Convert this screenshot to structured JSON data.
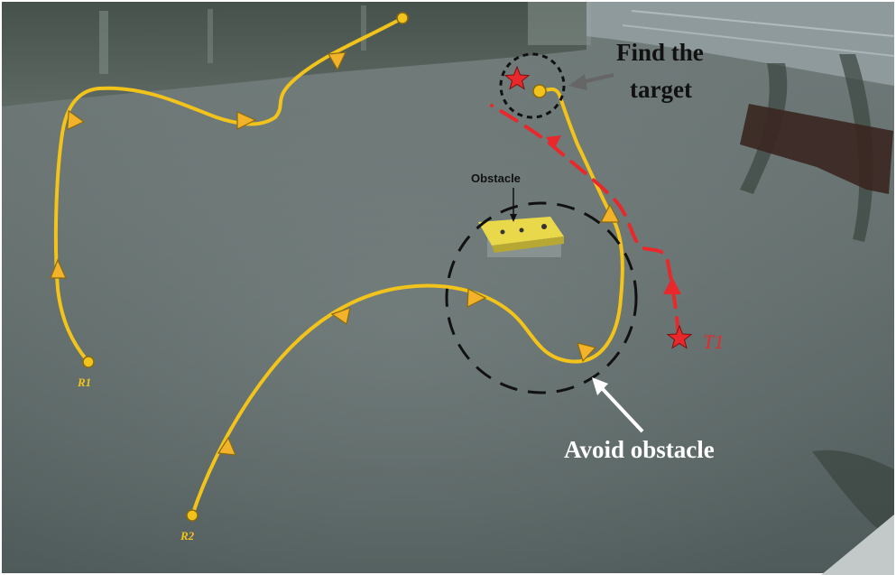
{
  "labels": {
    "find_target": [
      "Find the",
      "target"
    ],
    "avoid_obstacle": "Avoid obstacle",
    "obstacle": "Obstacle",
    "t1": "T1",
    "r1": "R1",
    "r2": "R2"
  },
  "colors": {
    "robot_path": "#f2c31a",
    "target_path": "#e8282a",
    "water": "#5f6c6b"
  }
}
